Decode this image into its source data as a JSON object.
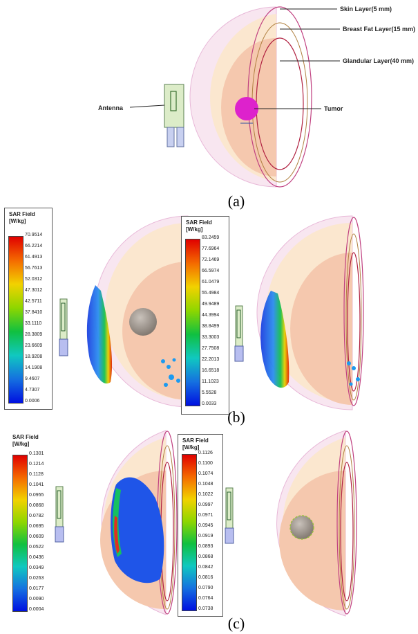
{
  "panels": {
    "a": {
      "label": "(a)",
      "callouts": {
        "skin": "Skin Layer(5 mm)",
        "fat": "Breast Fat Layer(15 mm)",
        "glandular": "Glandular Layer(40 mm)",
        "antenna": "Antenna",
        "tumor": "Tumor"
      }
    },
    "b": {
      "label": "(b)",
      "colorbar_left": {
        "title": "SAR Field",
        "unit": "[W/kg]",
        "ticks": [
          "70.9514",
          "66.2214",
          "61.4913",
          "56.7613",
          "52.0312",
          "47.3012",
          "42.5711",
          "37.8410",
          "33.1110",
          "28.3809",
          "23.6609",
          "18.9208",
          "14.1908",
          "9.4607",
          "4.7307",
          "0.0006"
        ]
      },
      "colorbar_right": {
        "title": "SAR Field",
        "unit": "[W/kg]",
        "ticks": [
          "83.2459",
          "77.6964",
          "72.1469",
          "66.5974",
          "61.0479",
          "55.4984",
          "49.9489",
          "44.3994",
          "38.8499",
          "33.3003",
          "27.7508",
          "22.2013",
          "16.6518",
          "11.1023",
          "5.5528",
          "0.0033"
        ]
      }
    },
    "c": {
      "label": "(c)",
      "colorbar_left": {
        "title": "SAR Field",
        "unit": "[W/kg]",
        "ticks": [
          "0.1301",
          "0.1214",
          "0.1128",
          "0.1041",
          "0.0955",
          "0.0868",
          "0.0782",
          "0.0695",
          "0.0609",
          "0.0522",
          "0.0436",
          "0.0349",
          "0.0263",
          "0.0177",
          "0.0090",
          "0.0004"
        ]
      },
      "colorbar_right": {
        "title": "SAR Field",
        "unit": "[W/kg]",
        "ticks": [
          "0.1126",
          "0.1100",
          "0.1074",
          "0.1048",
          "0.1022",
          "0.0997",
          "0.0971",
          "0.0945",
          "0.0919",
          "0.0893",
          "0.0868",
          "0.0842",
          "0.0816",
          "0.0790",
          "0.0764",
          "0.0738"
        ]
      }
    }
  },
  "colors": {
    "skin": "#f8e6f0",
    "fat": "#fbe7cf",
    "glandular": "#f5c8ae",
    "tumor": "#dd22cc",
    "outline": "#b02040"
  }
}
